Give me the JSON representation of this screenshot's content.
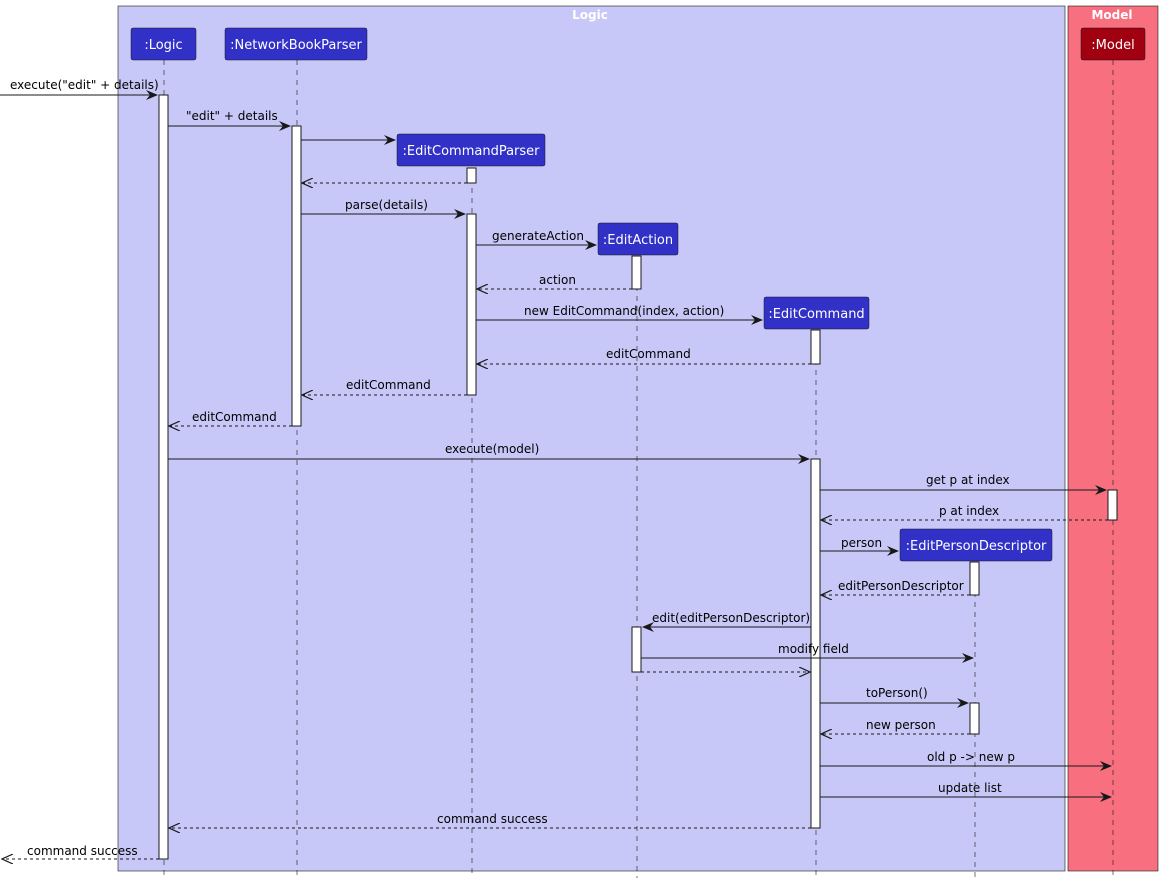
{
  "boxes": [
    {
      "id": "logic",
      "title": "Logic",
      "fill": "#c8c8f8"
    },
    {
      "id": "model",
      "title": "Model",
      "fill": "#f87080"
    }
  ],
  "participants": [
    {
      "id": "logic",
      "label": ":Logic",
      "color": "#3131c8"
    },
    {
      "id": "nbp",
      "label": ":NetworkBookParser",
      "color": "#3131c8"
    },
    {
      "id": "ecp",
      "label": ":EditCommandParser",
      "color": "#3131c8"
    },
    {
      "id": "ea",
      "label": ":EditAction",
      "color": "#3131c8"
    },
    {
      "id": "ec",
      "label": ":EditCommand",
      "color": "#3131c8"
    },
    {
      "id": "epd",
      "label": ":EditPersonDescriptor",
      "color": "#3131c8"
    },
    {
      "id": "model",
      "label": ":Model",
      "color": "#a0000f"
    }
  ],
  "messages": [
    {
      "from": "ext",
      "to": "logic",
      "label": "execute(\"edit\" + details)",
      "type": "sync"
    },
    {
      "from": "logic",
      "to": "nbp",
      "label": "\"edit\" + details",
      "type": "sync"
    },
    {
      "from": "nbp",
      "to": "ecp",
      "label": "",
      "type": "create"
    },
    {
      "from": "ecp",
      "to": "nbp",
      "label": "",
      "type": "return"
    },
    {
      "from": "nbp",
      "to": "ecp",
      "label": "parse(details)",
      "type": "sync"
    },
    {
      "from": "ecp",
      "to": "ea",
      "label": "generateAction",
      "type": "create"
    },
    {
      "from": "ea",
      "to": "ecp",
      "label": "action",
      "type": "return"
    },
    {
      "from": "ecp",
      "to": "ec",
      "label": "new EditCommand(index, action)",
      "type": "create"
    },
    {
      "from": "ec",
      "to": "ecp",
      "label": "editCommand",
      "type": "return"
    },
    {
      "from": "ecp",
      "to": "nbp",
      "label": "editCommand",
      "type": "return"
    },
    {
      "from": "nbp",
      "to": "logic",
      "label": "editCommand",
      "type": "return"
    },
    {
      "from": "logic",
      "to": "ec",
      "label": "execute(model)",
      "type": "sync"
    },
    {
      "from": "ec",
      "to": "model",
      "label": "get p at index",
      "type": "sync"
    },
    {
      "from": "model",
      "to": "ec",
      "label": "p at index",
      "type": "return"
    },
    {
      "from": "ec",
      "to": "epd",
      "label": "person",
      "type": "create"
    },
    {
      "from": "epd",
      "to": "ec",
      "label": "editPersonDescriptor",
      "type": "return"
    },
    {
      "from": "ec",
      "to": "ea",
      "label": "edit(editPersonDescriptor)",
      "type": "sync"
    },
    {
      "from": "ea",
      "to": "epd",
      "label": "modify field",
      "type": "sync"
    },
    {
      "from": "ea",
      "to": "ec",
      "label": "",
      "type": "return"
    },
    {
      "from": "ec",
      "to": "epd",
      "label": "toPerson()",
      "type": "sync"
    },
    {
      "from": "epd",
      "to": "ec",
      "label": "new person",
      "type": "return"
    },
    {
      "from": "ec",
      "to": "model",
      "label": "old p -> new p",
      "type": "sync"
    },
    {
      "from": "ec",
      "to": "model",
      "label": "update list",
      "type": "sync"
    },
    {
      "from": "ec",
      "to": "logic",
      "label": "command success",
      "type": "return"
    },
    {
      "from": "logic",
      "to": "ext",
      "label": "command success",
      "type": "return"
    }
  ]
}
